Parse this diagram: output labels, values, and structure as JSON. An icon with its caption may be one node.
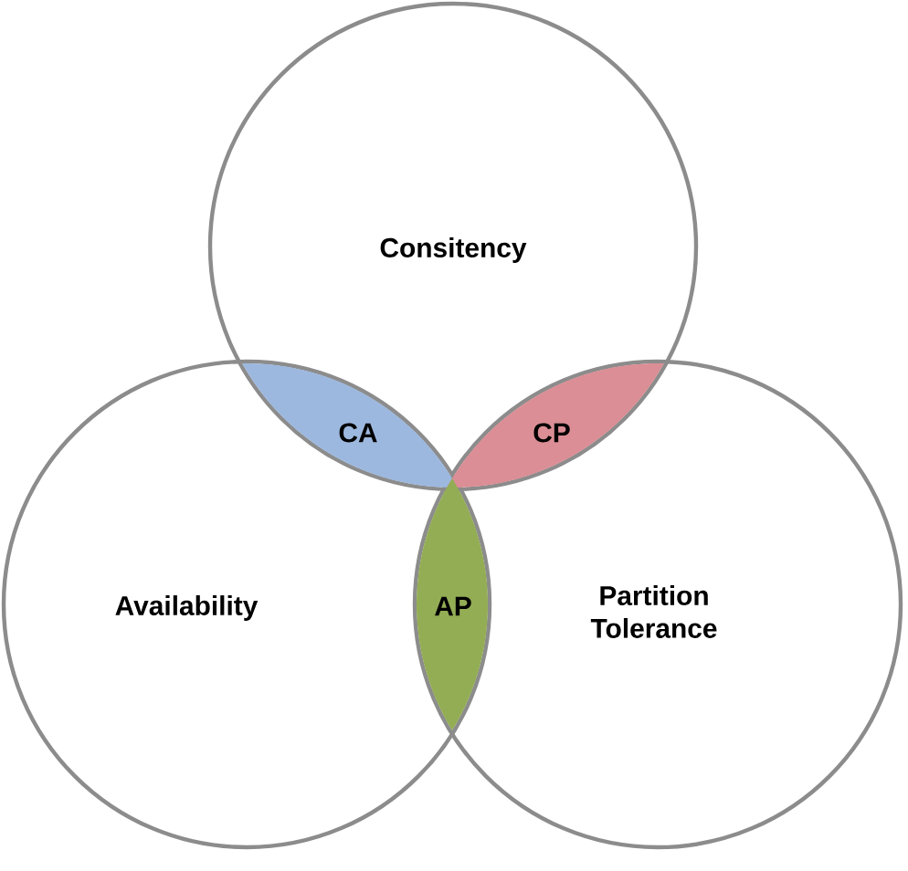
{
  "diagram": {
    "nodes": [
      {
        "text": [
          "Consitency"
        ]
      },
      {
        "text": [
          "Availability"
        ]
      },
      {
        "text": [
          "Partition Tolerance"
        ]
      },
      {
        "text": [
          "CA"
        ]
      },
      {
        "text": [
          "CP"
        ]
      },
      {
        "text": [
          "AP"
        ]
      }
    ]
  }
}
